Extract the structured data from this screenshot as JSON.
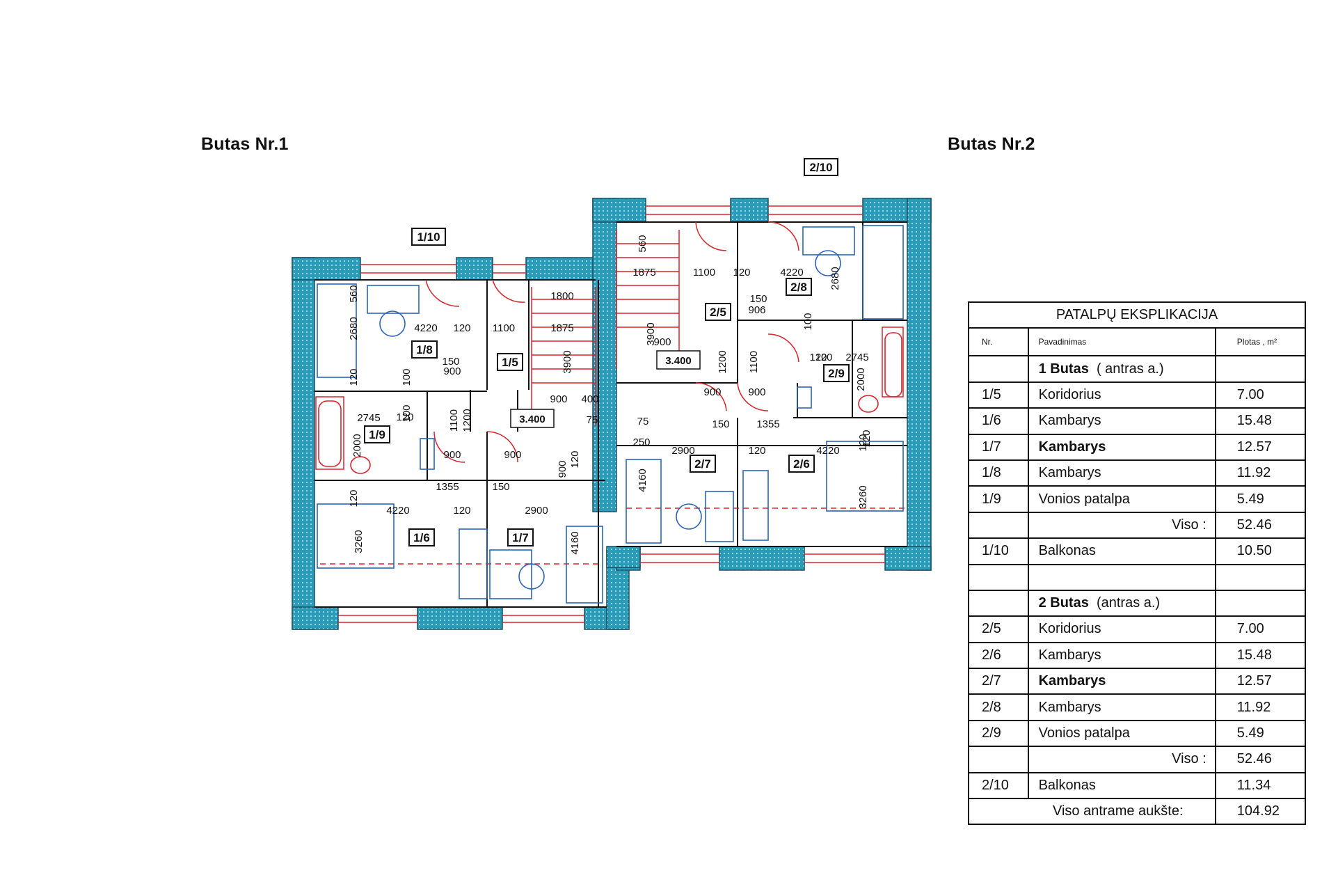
{
  "titles": {
    "apt1": "Butas Nr.1",
    "apt2": "Butas Nr.2"
  },
  "colors": {
    "wall_fill": "#2a9cb8",
    "wall_outline": "#1a4f66",
    "red_line": "#d8232a",
    "furniture": "#2a63b8",
    "ink": "#111111"
  },
  "plan": {
    "room_labels": [
      "1/10",
      "2/10",
      "1/8",
      "1/5",
      "1/9",
      "1/6",
      "1/7",
      "2/5",
      "2/8",
      "2/9",
      "2/7",
      "2/6"
    ],
    "level_marks": [
      "3.400",
      "3.400"
    ],
    "dimensions": [
      "560",
      "2680",
      "120",
      "4220",
      "120",
      "1100",
      "1800",
      "1875",
      "3900",
      "100",
      "150",
      "900",
      "1100",
      "1200",
      "900",
      "400",
      "75",
      "2745",
      "2000",
      "120",
      "100",
      "900",
      "900",
      "900",
      "1355",
      "150",
      "120",
      "4220",
      "120",
      "2900",
      "3260",
      "4160",
      "120",
      "560",
      "1875",
      "3900",
      "1100",
      "120",
      "4220",
      "2680",
      "150",
      "906",
      "100",
      "120",
      "900",
      "1200",
      "1100",
      "900",
      "900",
      "120",
      "2745",
      "2000",
      "120",
      "75",
      "250",
      "2900",
      "150",
      "1355",
      "120",
      "4220",
      "120",
      "4160",
      "3260"
    ]
  },
  "explication": {
    "title": "PATALPŲ  EKSPLIKACIJA",
    "headers": {
      "nr": "Nr.",
      "name": "Pavadinimas",
      "area": "Plotas , m²"
    },
    "sections": [
      {
        "heading": "1 Butas",
        "heading_sub": "( antras a.)",
        "rows": [
          {
            "nr": "1/5",
            "name": "Koridorius",
            "area": "7.00"
          },
          {
            "nr": "1/6",
            "name": "Kambarys",
            "area": "15.48"
          },
          {
            "nr": "1/7",
            "name": "Kambarys",
            "area": "12.57"
          },
          {
            "nr": "1/8",
            "name": "Kambarys",
            "area": "11.92"
          },
          {
            "nr": "1/9",
            "name": "Vonios patalpa",
            "area": "5.49"
          }
        ],
        "total_label": "Viso :",
        "total": "52.46",
        "balcony": {
          "nr": "1/10",
          "name": "Balkonas",
          "area": "10.50"
        }
      },
      {
        "heading": "2 Butas",
        "heading_sub": "(antras a.)",
        "rows": [
          {
            "nr": "2/5",
            "name": "Koridorius",
            "area": "7.00"
          },
          {
            "nr": "2/6",
            "name": "Kambarys",
            "area": "15.48"
          },
          {
            "nr": "2/7",
            "name": "Kambarys",
            "area": "12.57"
          },
          {
            "nr": "2/8",
            "name": "Kambarys",
            "area": "11.92"
          },
          {
            "nr": "2/9",
            "name": "Vonios patalpa",
            "area": "5.49"
          }
        ],
        "total_label": "Viso :",
        "total": "52.46",
        "balcony": {
          "nr": "2/10",
          "name": "Balkonas",
          "area": "11.34"
        }
      }
    ],
    "grand_total_label": "Viso antrame aukšte:",
    "grand_total": "104.92"
  }
}
